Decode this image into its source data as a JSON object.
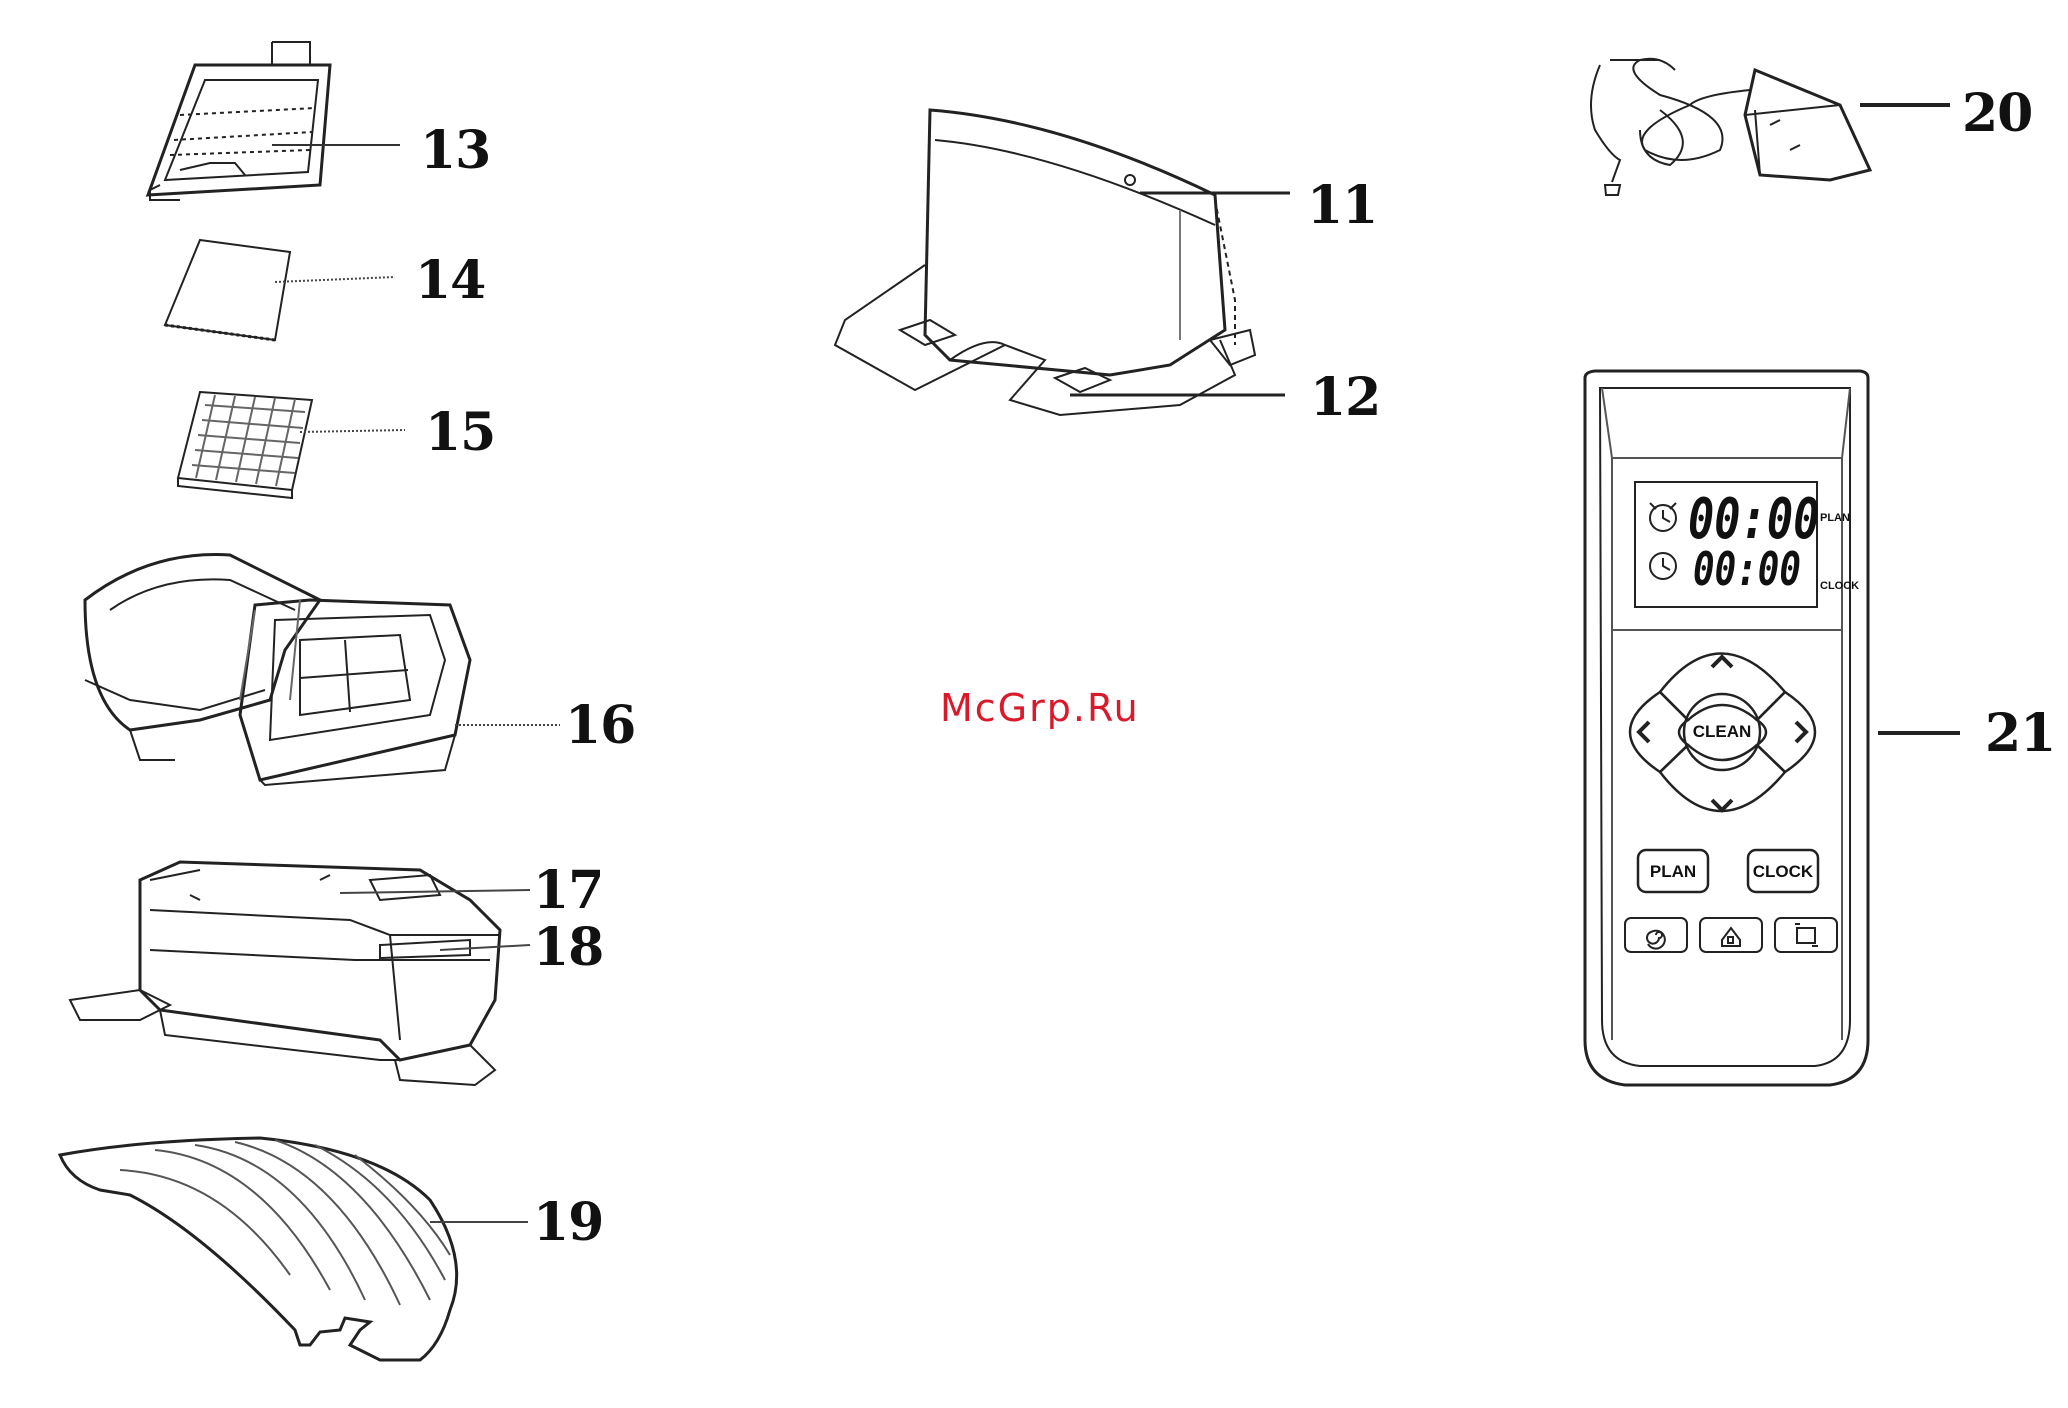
{
  "callouts": {
    "c11": "11",
    "c12": "12",
    "c13": "13",
    "c14": "14",
    "c15": "15",
    "c16": "16",
    "c17": "17",
    "c18": "18",
    "c19": "19",
    "c20": "20",
    "c21": "21"
  },
  "watermark": "McGrp.Ru",
  "remote": {
    "display": {
      "plan_time": "00:00",
      "clock_time": "00:00",
      "plan_tag": "PLAN",
      "clock_tag": "CLOCK"
    },
    "buttons": {
      "clean": "CLEAN",
      "plan": "PLAN",
      "clock": "CLOCK"
    },
    "icons": [
      "alarm-clock-icon",
      "clock-icon",
      "spiral-icon",
      "home-icon",
      "edge-icon"
    ]
  },
  "colors": {
    "line": "#222222",
    "watermark": "#d81a2b"
  }
}
